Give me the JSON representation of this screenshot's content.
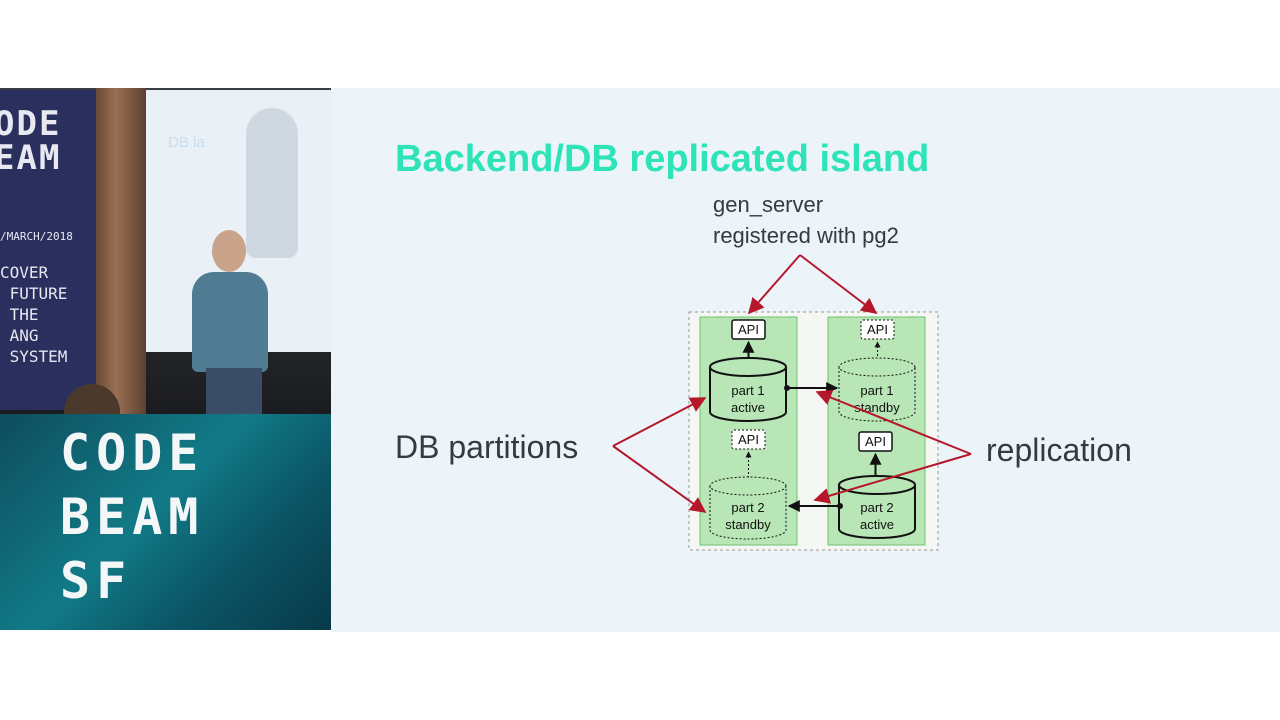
{
  "video": {
    "banner": {
      "line1": "ODE",
      "line2": "EAM",
      "date": "/MARCH/2018",
      "tagline": "COVER\n FUTURE\n THE\n ANG\n SYSTEM"
    },
    "screen_text": "DB la",
    "brand": {
      "row1": "CODE",
      "row2": "BEAM",
      "row3": "SF"
    }
  },
  "slide": {
    "title": "Backend/DB replicated island",
    "annotation_top_line1": "gen_server",
    "annotation_top_line2": "registered with pg2",
    "annotation_left": "DB partitions",
    "annotation_right": "replication",
    "nodes": {
      "api_label": "API",
      "part1_active_line1": "part 1",
      "part1_active_line2": "active",
      "part1_standby_line1": "part 1",
      "part1_standby_line2": "standby",
      "part2_standby_line1": "part 2",
      "part2_standby_line2": "standby",
      "part2_active_line1": "part 2",
      "part2_active_line2": "active"
    },
    "colors": {
      "title": "#2ee3b8",
      "column_fill": "#b9e6b6",
      "column_border": "#6fc36c",
      "arrow_red": "#b5172b",
      "text_dark": "#333a44"
    }
  }
}
